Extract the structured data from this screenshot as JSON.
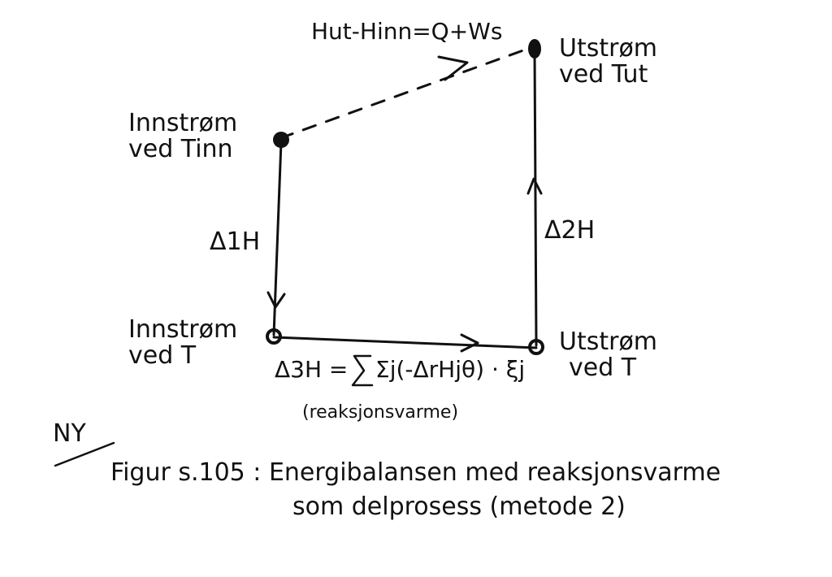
{
  "diagram": {
    "top_equation": "Hut-Hinn=Q+Ws",
    "nodes": {
      "inflow_tinn": {
        "line1": "Innstrøm",
        "line2": "ved Tinn"
      },
      "outflow_tut": {
        "line1": "Utstrøm",
        "line2": "ved Tut"
      },
      "inflow_t": {
        "line1": "Innstrøm",
        "line2": "ved T"
      },
      "outflow_t": {
        "line1": "Utstrøm",
        "line2": "ved T"
      }
    },
    "edges": {
      "delta1": "Δ1H",
      "delta2": "Δ2H",
      "delta3_lhs": "Δ3H = ",
      "delta3_rhs": "Σj(-ΔrHjθ) · ξj",
      "delta3_note": "(reaksjonsvarme)"
    },
    "mark": "NY",
    "caption": {
      "line1": "Figur s.105 : Energibalansen med reaksjonsvarme",
      "line2": "som delprosess (metode 2)"
    }
  }
}
